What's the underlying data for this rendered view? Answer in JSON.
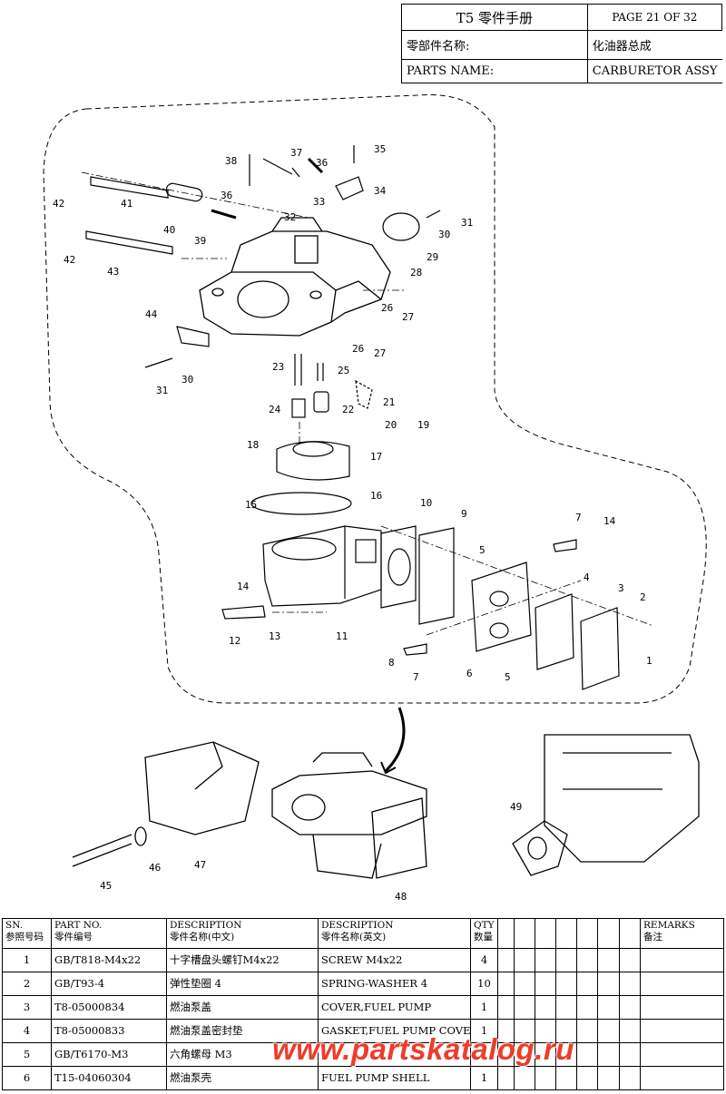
{
  "header": {
    "title": "T5 零件手册",
    "page": "PAGE 21 OF 32",
    "part_name_cn_label": "零部件名称:",
    "part_name_cn": "化油器总成",
    "part_name_en_label": "PARTS NAME:",
    "part_name_en": "CARBURETOR ASSY"
  },
  "diagram": {
    "callouts": [
      "1",
      "2",
      "3",
      "4",
      "5",
      "5",
      "6",
      "7",
      "7",
      "8",
      "9",
      "10",
      "11",
      "12",
      "13",
      "14",
      "14",
      "15",
      "16",
      "17",
      "18",
      "19",
      "20",
      "21",
      "22",
      "23",
      "24",
      "25",
      "26",
      "26",
      "27",
      "27",
      "28",
      "29",
      "30",
      "30",
      "31",
      "31",
      "32",
      "33",
      "34",
      "35",
      "36",
      "36",
      "37",
      "38",
      "39",
      "40",
      "41",
      "42",
      "42",
      "43",
      "44",
      "45",
      "46",
      "47",
      "48",
      "49"
    ]
  },
  "table": {
    "headers": {
      "sn_en": "SN.",
      "sn_cn": "参照号码",
      "part_en": "PART NO.",
      "part_cn": "零件编号",
      "desc_cn_en": "DESCRIPTION",
      "desc_cn_cn": "零件名称(中文)",
      "desc_en_en": "DESCRIPTION",
      "desc_en_cn": "零件名称(英文)",
      "qty_en": "QTY",
      "qty_cn": "数量",
      "remarks_en": "REMARKS",
      "remarks_cn": "备注"
    },
    "rows": [
      {
        "sn": "1",
        "part": "GB/T818-M4x22",
        "cn": "十字槽盘头螺钉M4x22",
        "en": "SCREW M4x22",
        "qty": "4"
      },
      {
        "sn": "2",
        "part": "GB/T93-4",
        "cn": "弹性垫圈 4",
        "en": "SPRING-WASHER 4",
        "qty": "10"
      },
      {
        "sn": "3",
        "part": "T8-05000834",
        "cn": "燃油泵盖",
        "en": "COVER,FUEL PUMP",
        "qty": "1"
      },
      {
        "sn": "4",
        "part": "T8-05000833",
        "cn": "燃油泵盖密封垫",
        "en": "GASKET,FUEL PUMP COVER",
        "qty": "1"
      },
      {
        "sn": "5",
        "part": "GB/T6170-M3",
        "cn": "六角螺母 M3",
        "en": "",
        "qty": ""
      },
      {
        "sn": "6",
        "part": "T15-04060304",
        "cn": "燃油泵壳",
        "en": "FUEL PUMP SHELL",
        "qty": "1"
      }
    ]
  },
  "watermark": "www.partskatalog.ru"
}
